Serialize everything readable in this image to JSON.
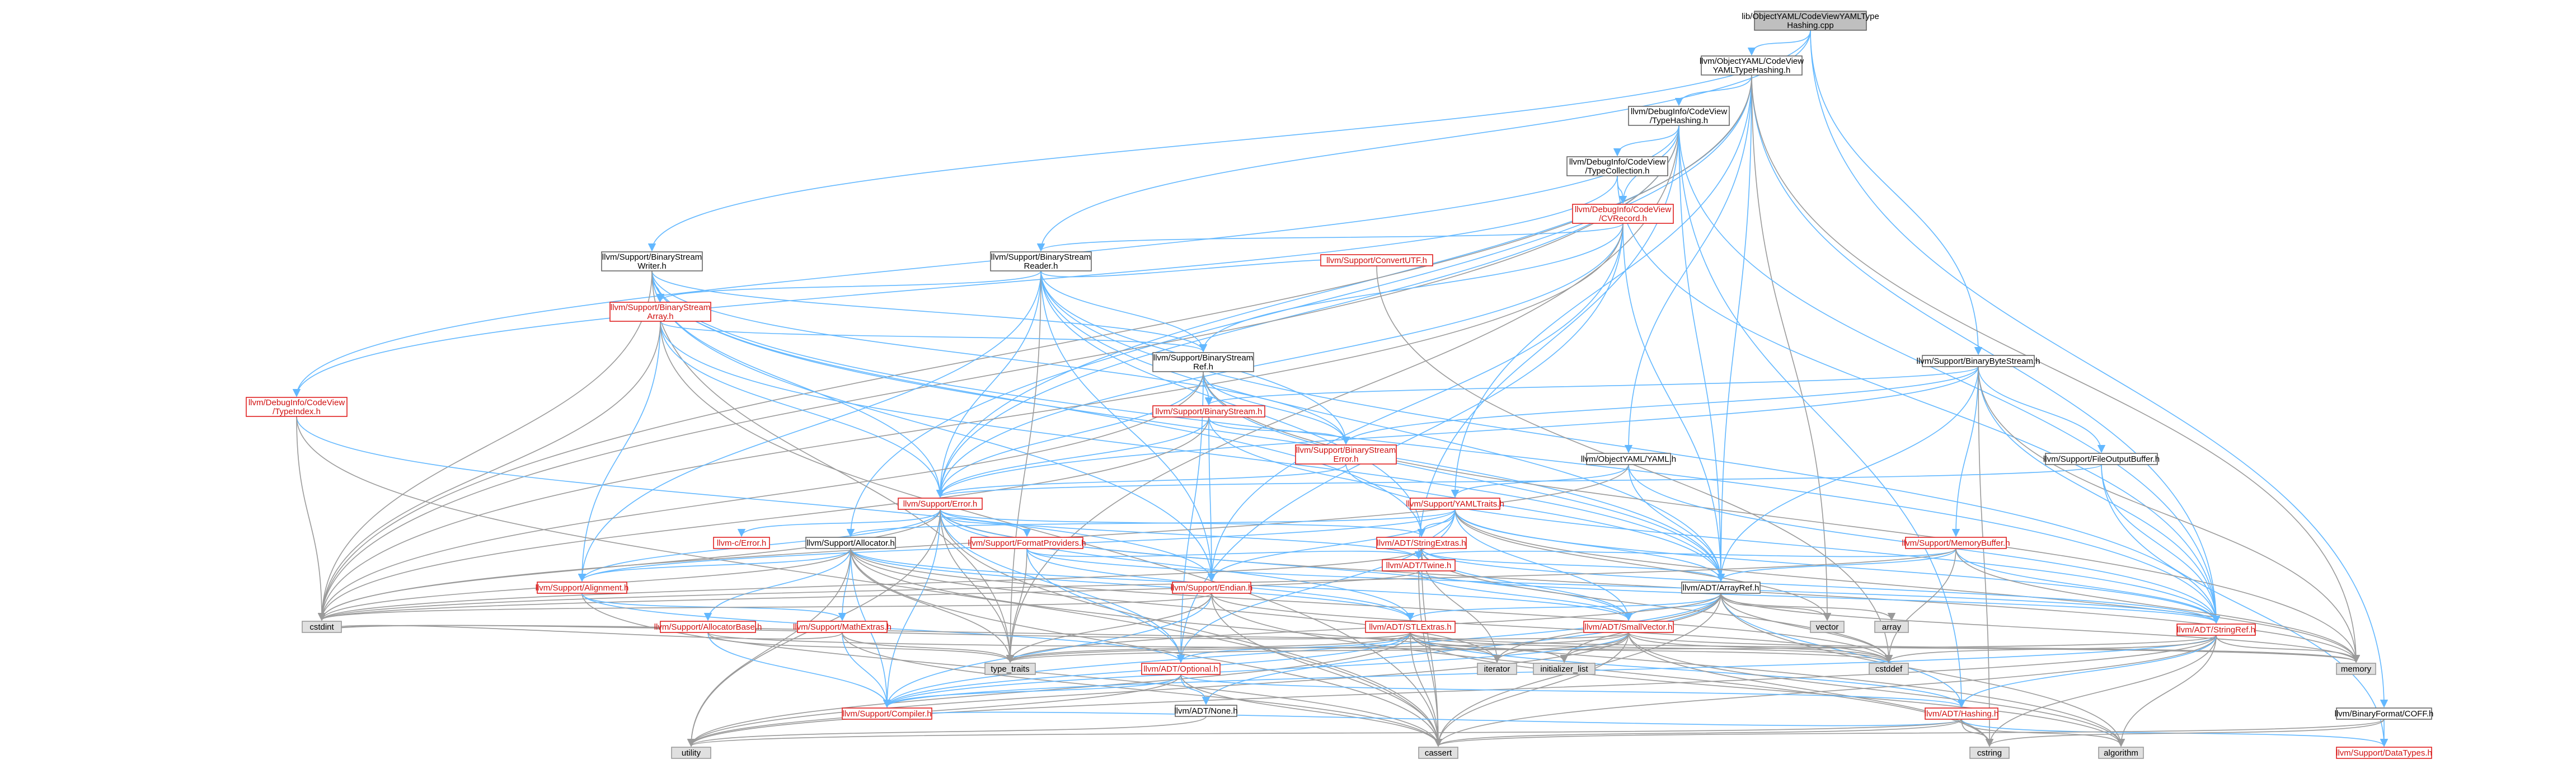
{
  "graph": {
    "nodes": [
      {
        "id": "root",
        "lines": [
          "lib/ObjectYAML/CodeViewYAMLType",
          "Hashing.cpp"
        ],
        "style": "root"
      },
      {
        "id": "yamlth",
        "lines": [
          "llvm/ObjectYAML/CodeView",
          "YAMLTypeHashing.h"
        ],
        "style": "plain"
      },
      {
        "id": "typehash",
        "lines": [
          "llvm/DebugInfo/CodeView",
          "/TypeHashing.h"
        ],
        "style": "plain"
      },
      {
        "id": "typecoll",
        "lines": [
          "llvm/DebugInfo/CodeView",
          "/TypeCollection.h"
        ],
        "style": "plain"
      },
      {
        "id": "cvrecord",
        "lines": [
          "llvm/DebugInfo/CodeView",
          "/CVRecord.h"
        ],
        "style": "trunc"
      },
      {
        "id": "bswriter",
        "lines": [
          "llvm/Support/BinaryStream",
          "Writer.h"
        ],
        "style": "plain"
      },
      {
        "id": "bsreader",
        "lines": [
          "llvm/Support/BinaryStream",
          "Reader.h"
        ],
        "style": "plain"
      },
      {
        "id": "bsarray",
        "lines": [
          "llvm/Support/BinaryStream",
          "Array.h"
        ],
        "style": "trunc"
      },
      {
        "id": "bsref",
        "lines": [
          "llvm/Support/BinaryStream",
          "Ref.h"
        ],
        "style": "plain"
      },
      {
        "id": "convertutf",
        "lines": [
          "llvm/Support/ConvertUTF.h"
        ],
        "style": "trunc"
      },
      {
        "id": "bbstream",
        "lines": [
          "llvm/Support/BinaryByteStream.h"
        ],
        "style": "plain"
      },
      {
        "id": "typeindex",
        "lines": [
          "llvm/DebugInfo/CodeView",
          "/TypeIndex.h"
        ],
        "style": "trunc"
      },
      {
        "id": "bstream",
        "lines": [
          "llvm/Support/BinaryStream.h"
        ],
        "style": "trunc"
      },
      {
        "id": "bserror",
        "lines": [
          "llvm/Support/BinaryStream",
          "Error.h"
        ],
        "style": "trunc"
      },
      {
        "id": "objyaml",
        "lines": [
          "llvm/ObjectYAML/YAML.h"
        ],
        "style": "plain"
      },
      {
        "id": "fob",
        "lines": [
          "llvm/Support/FileOutputBuffer.h"
        ],
        "style": "plain"
      },
      {
        "id": "error",
        "lines": [
          "llvm/Support/Error.h"
        ],
        "style": "trunc"
      },
      {
        "id": "yamltraits",
        "lines": [
          "llvm/Support/YAMLTraits.h"
        ],
        "style": "trunc"
      },
      {
        "id": "cerror",
        "lines": [
          "llvm-c/Error.h"
        ],
        "style": "trunc"
      },
      {
        "id": "allocator",
        "lines": [
          "llvm/Support/Allocator.h"
        ],
        "style": "plain"
      },
      {
        "id": "fmtprov",
        "lines": [
          "llvm/Support/FormatProviders.h"
        ],
        "style": "trunc"
      },
      {
        "id": "strextras",
        "lines": [
          "llvm/ADT/StringExtras.h"
        ],
        "style": "trunc"
      },
      {
        "id": "twine",
        "lines": [
          "llvm/ADT/Twine.h"
        ],
        "style": "trunc"
      },
      {
        "id": "memorybuf",
        "lines": [
          "llvm/Support/MemoryBuffer.h"
        ],
        "style": "trunc"
      },
      {
        "id": "arrayref",
        "lines": [
          "llvm/ADT/ArrayRef.h"
        ],
        "style": "plain"
      },
      {
        "id": "alignment",
        "lines": [
          "llvm/Support/Alignment.h"
        ],
        "style": "trunc"
      },
      {
        "id": "endian",
        "lines": [
          "llvm/Support/Endian.h"
        ],
        "style": "trunc"
      },
      {
        "id": "allocbase",
        "lines": [
          "llvm/Support/AllocatorBase.h"
        ],
        "style": "trunc"
      },
      {
        "id": "mathextras",
        "lines": [
          "llvm/Support/MathExtras.h"
        ],
        "style": "trunc"
      },
      {
        "id": "stlextras",
        "lines": [
          "llvm/ADT/STLExtras.h"
        ],
        "style": "trunc"
      },
      {
        "id": "smallvec",
        "lines": [
          "llvm/ADT/SmallVector.h"
        ],
        "style": "trunc"
      },
      {
        "id": "stringref",
        "lines": [
          "llvm/ADT/StringRef.h"
        ],
        "style": "trunc"
      },
      {
        "id": "optional",
        "lines": [
          "llvm/ADT/Optional.h"
        ],
        "style": "trunc"
      },
      {
        "id": "none",
        "lines": [
          "llvm/ADT/None.h"
        ],
        "style": "plain"
      },
      {
        "id": "compiler",
        "lines": [
          "llvm/Support/Compiler.h"
        ],
        "style": "trunc"
      },
      {
        "id": "hashing",
        "lines": [
          "llvm/ADT/Hashing.h"
        ],
        "style": "trunc"
      },
      {
        "id": "coff",
        "lines": [
          "llvm/BinaryFormat/COFF.h"
        ],
        "style": "plain"
      },
      {
        "id": "datatypes",
        "lines": [
          "llvm/Support/DataTypes.h"
        ],
        "style": "trunc"
      },
      {
        "id": "cstdint",
        "lines": [
          "cstdint"
        ],
        "style": "sys"
      },
      {
        "id": "typetraits",
        "lines": [
          "type_traits"
        ],
        "style": "sys"
      },
      {
        "id": "vector",
        "lines": [
          "vector"
        ],
        "style": "sys"
      },
      {
        "id": "array",
        "lines": [
          "array"
        ],
        "style": "sys"
      },
      {
        "id": "iterator",
        "lines": [
          "iterator"
        ],
        "style": "sys"
      },
      {
        "id": "initlist",
        "lines": [
          "initializer_list"
        ],
        "style": "sys"
      },
      {
        "id": "cstddef",
        "lines": [
          "cstddef"
        ],
        "style": "sys"
      },
      {
        "id": "memory",
        "lines": [
          "memory"
        ],
        "style": "sys"
      },
      {
        "id": "utility",
        "lines": [
          "utility"
        ],
        "style": "sys"
      },
      {
        "id": "cassert",
        "lines": [
          "cassert"
        ],
        "style": "sys"
      },
      {
        "id": "cstring",
        "lines": [
          "cstring"
        ],
        "style": "sys"
      },
      {
        "id": "algorithm",
        "lines": [
          "algorithm"
        ],
        "style": "sys"
      }
    ],
    "edges": [
      [
        "root",
        "yamlth"
      ],
      [
        "root",
        "bswriter"
      ],
      [
        "root",
        "bsreader"
      ],
      [
        "root",
        "bbstream"
      ],
      [
        "root",
        "coff"
      ],
      [
        "yamlth",
        "typehash"
      ],
      [
        "yamlth",
        "objyaml"
      ],
      [
        "yamlth",
        "yamltraits"
      ],
      [
        "yamlth",
        "error"
      ],
      [
        "yamlth",
        "allocator"
      ],
      [
        "yamlth",
        "arrayref"
      ],
      [
        "yamlth",
        "stringref"
      ],
      [
        "yamlth",
        "vector"
      ],
      [
        "yamlth",
        "cstdint"
      ],
      [
        "yamlth",
        "memory"
      ],
      [
        "typehash",
        "typecoll"
      ],
      [
        "typehash",
        "cvrecord"
      ],
      [
        "typehash",
        "typeindex"
      ],
      [
        "typehash",
        "error"
      ],
      [
        "typehash",
        "arrayref"
      ],
      [
        "typehash",
        "hashing"
      ],
      [
        "typehash",
        "stringref"
      ],
      [
        "typehash",
        "typetraits"
      ],
      [
        "typehash",
        "cstdint"
      ],
      [
        "typehash",
        "twine"
      ],
      [
        "typecoll",
        "cvrecord"
      ],
      [
        "typecoll",
        "typeindex"
      ],
      [
        "typecoll",
        "stringref"
      ],
      [
        "cvrecord",
        "bsreader"
      ],
      [
        "cvrecord",
        "bsref"
      ],
      [
        "cvrecord",
        "endian"
      ],
      [
        "cvrecord",
        "error"
      ],
      [
        "cvrecord",
        "arrayref"
      ],
      [
        "cvrecord",
        "optional"
      ],
      [
        "cvrecord",
        "cstdint"
      ],
      [
        "bswriter",
        "bsarray"
      ],
      [
        "bswriter",
        "bserror"
      ],
      [
        "bswriter",
        "bsref"
      ],
      [
        "bswriter",
        "endian"
      ],
      [
        "bswriter",
        "error"
      ],
      [
        "bswriter",
        "arrayref"
      ],
      [
        "bswriter",
        "stringref"
      ],
      [
        "bswriter",
        "strextras"
      ],
      [
        "bswriter",
        "cstdint"
      ],
      [
        "bswriter",
        "typetraits"
      ],
      [
        "bsreader",
        "bsarray"
      ],
      [
        "bsreader",
        "bserror"
      ],
      [
        "bsreader",
        "bsref"
      ],
      [
        "bsreader",
        "convertutf"
      ],
      [
        "bsreader",
        "endian"
      ],
      [
        "bsreader",
        "error"
      ],
      [
        "bsreader",
        "alignment"
      ],
      [
        "bsreader",
        "arrayref"
      ],
      [
        "bsreader",
        "stringref"
      ],
      [
        "bsreader",
        "typetraits"
      ],
      [
        "bsreader",
        "strextras"
      ],
      [
        "bsarray",
        "bsref"
      ],
      [
        "bsarray",
        "error"
      ],
      [
        "bsarray",
        "arrayref"
      ],
      [
        "bsarray",
        "alignment"
      ],
      [
        "bsarray",
        "cassert"
      ],
      [
        "bsarray",
        "cstdint"
      ],
      [
        "bsref",
        "bstream"
      ],
      [
        "bsref",
        "bserror"
      ],
      [
        "bsref",
        "error"
      ],
      [
        "bsref",
        "arrayref"
      ],
      [
        "bsref",
        "optional"
      ],
      [
        "bsref",
        "cstdint"
      ],
      [
        "bsref",
        "memory"
      ],
      [
        "convertutf",
        "cstddef"
      ],
      [
        "bbstream",
        "bstream"
      ],
      [
        "bbstream",
        "bserror"
      ],
      [
        "bbstream",
        "memorybuf"
      ],
      [
        "bbstream",
        "fob"
      ],
      [
        "bbstream",
        "error"
      ],
      [
        "bbstream",
        "arrayref"
      ],
      [
        "bbstream",
        "stringref"
      ],
      [
        "bbstream",
        "cstring"
      ],
      [
        "bbstream",
        "memory"
      ],
      [
        "typeindex",
        "endian"
      ],
      [
        "typeindex",
        "cassert"
      ],
      [
        "typeindex",
        "cstdint"
      ],
      [
        "bstream",
        "bserror"
      ],
      [
        "bstream",
        "error"
      ],
      [
        "bstream",
        "endian"
      ],
      [
        "bstream",
        "arrayref"
      ],
      [
        "bstream",
        "cstdint"
      ],
      [
        "bserror",
        "error"
      ],
      [
        "bserror",
        "stringref"
      ],
      [
        "objyaml",
        "yamltraits"
      ],
      [
        "objyaml",
        "arrayref"
      ],
      [
        "objyaml",
        "stringref"
      ],
      [
        "objyaml",
        "cstdint"
      ],
      [
        "fob",
        "error"
      ],
      [
        "fob",
        "stringref"
      ],
      [
        "fob",
        "datatypes"
      ],
      [
        "error",
        "cerror"
      ],
      [
        "error",
        "strextras"
      ],
      [
        "error",
        "twine"
      ],
      [
        "error",
        "alignment"
      ],
      [
        "error",
        "compiler"
      ],
      [
        "error",
        "fmtprov"
      ],
      [
        "error",
        "cassert"
      ],
      [
        "error",
        "cstdint"
      ],
      [
        "error",
        "memory"
      ],
      [
        "error",
        "utility"
      ],
      [
        "error",
        "stlextras"
      ],
      [
        "error",
        "smallvec"
      ],
      [
        "error",
        "optional"
      ],
      [
        "error",
        "typetraits"
      ],
      [
        "yamltraits",
        "arrayref"
      ],
      [
        "yamltraits",
        "strextras"
      ],
      [
        "yamltraits",
        "stringref"
      ],
      [
        "yamltraits",
        "twine"
      ],
      [
        "yamltraits",
        "allocator"
      ],
      [
        "yamltraits",
        "endian"
      ],
      [
        "yamltraits",
        "smallvec"
      ],
      [
        "yamltraits",
        "alignment"
      ],
      [
        "yamltraits",
        "vector"
      ],
      [
        "yamltraits",
        "memory"
      ],
      [
        "yamltraits",
        "optional"
      ],
      [
        "allocator",
        "alignment"
      ],
      [
        "allocator",
        "allocbase"
      ],
      [
        "allocator",
        "mathextras"
      ],
      [
        "allocator",
        "compiler"
      ],
      [
        "allocator",
        "stlextras"
      ],
      [
        "allocator",
        "smallvec"
      ],
      [
        "allocator",
        "cassert"
      ],
      [
        "allocator",
        "cstddef"
      ],
      [
        "allocator",
        "cstdint"
      ],
      [
        "allocator",
        "iterator"
      ],
      [
        "allocator",
        "typetraits"
      ],
      [
        "allocator",
        "utility"
      ],
      [
        "allocator",
        "algorithm"
      ],
      [
        "fmtprov",
        "stringref"
      ],
      [
        "fmtprov",
        "typetraits"
      ],
      [
        "fmtprov",
        "twine"
      ],
      [
        "fmtprov",
        "stlextras"
      ],
      [
        "fmtprov",
        "optional"
      ],
      [
        "strextras",
        "arrayref"
      ],
      [
        "strextras",
        "stringref"
      ],
      [
        "strextras",
        "twine"
      ],
      [
        "strextras",
        "smallvec"
      ],
      [
        "strextras",
        "cstddef"
      ],
      [
        "strextras",
        "iterator"
      ],
      [
        "strextras",
        "cassert"
      ],
      [
        "strextras",
        "cstdint"
      ],
      [
        "twine",
        "smallvec"
      ],
      [
        "twine",
        "stringref"
      ],
      [
        "twine",
        "cassert"
      ],
      [
        "twine",
        "cstdint"
      ],
      [
        "twine",
        "string"
      ],
      [
        "memorybuf",
        "arrayref"
      ],
      [
        "memorybuf",
        "stringref"
      ],
      [
        "memorybuf",
        "twine"
      ],
      [
        "memorybuf",
        "cstddef"
      ],
      [
        "memorybuf",
        "memory"
      ],
      [
        "memorybuf",
        "cstdint"
      ],
      [
        "arrayref",
        "hashing"
      ],
      [
        "arrayref",
        "none"
      ],
      [
        "arrayref",
        "smallvec"
      ],
      [
        "arrayref",
        "stlextras"
      ],
      [
        "arrayref",
        "compiler"
      ],
      [
        "arrayref",
        "algorithm"
      ],
      [
        "arrayref",
        "array"
      ],
      [
        "arrayref",
        "cassert"
      ],
      [
        "arrayref",
        "cstddef"
      ],
      [
        "arrayref",
        "initlist"
      ],
      [
        "arrayref",
        "iterator"
      ],
      [
        "arrayref",
        "memory"
      ],
      [
        "arrayref",
        "typetraits"
      ],
      [
        "arrayref",
        "vector"
      ],
      [
        "alignment",
        "mathextras"
      ],
      [
        "alignment",
        "cassert"
      ],
      [
        "alignment",
        "optional"
      ],
      [
        "endian",
        "compiler"
      ],
      [
        "endian",
        "cassert"
      ],
      [
        "endian",
        "cstddef"
      ],
      [
        "endian",
        "cstdint"
      ],
      [
        "endian",
        "cstring"
      ],
      [
        "endian",
        "typetraits"
      ],
      [
        "allocbase",
        "compiler"
      ],
      [
        "allocbase",
        "cstddef"
      ],
      [
        "allocbase",
        "typetraits"
      ],
      [
        "mathextras",
        "compiler"
      ],
      [
        "mathextras",
        "cassert"
      ],
      [
        "mathextras",
        "cstdint"
      ],
      [
        "mathextras",
        "typetraits"
      ],
      [
        "stlextras",
        "optional"
      ],
      [
        "stlextras",
        "hashing"
      ],
      [
        "stlextras",
        "compiler"
      ],
      [
        "stlextras",
        "cassert"
      ],
      [
        "stlextras",
        "cstddef"
      ],
      [
        "stlextras",
        "cstdint"
      ],
      [
        "stlextras",
        "initlist"
      ],
      [
        "stlextras",
        "iterator"
      ],
      [
        "stlextras",
        "memory"
      ],
      [
        "stlextras",
        "typetraits"
      ],
      [
        "stlextras",
        "utility"
      ],
      [
        "stlextras",
        "algorithm"
      ],
      [
        "smallvec",
        "compiler"
      ],
      [
        "smallvec",
        "algorithm"
      ],
      [
        "smallvec",
        "cassert"
      ],
      [
        "smallvec",
        "cstddef"
      ],
      [
        "smallvec",
        "cstring"
      ],
      [
        "smallvec",
        "initlist"
      ],
      [
        "smallvec",
        "iterator"
      ],
      [
        "smallvec",
        "memory"
      ],
      [
        "smallvec",
        "typetraits"
      ],
      [
        "smallvec",
        "utility"
      ],
      [
        "smallvec",
        "cstdint"
      ],
      [
        "stringref",
        "compiler"
      ],
      [
        "stringref",
        "algorithm"
      ],
      [
        "stringref",
        "cassert"
      ],
      [
        "stringref",
        "cstddef"
      ],
      [
        "stringref",
        "cstring"
      ],
      [
        "stringref",
        "typetraits"
      ],
      [
        "stringref",
        "utility"
      ],
      [
        "stringref",
        "hashing"
      ],
      [
        "stringref",
        "memory"
      ],
      [
        "optional",
        "hashing"
      ],
      [
        "optional",
        "none"
      ],
      [
        "optional",
        "compiler"
      ],
      [
        "optional",
        "cassert"
      ],
      [
        "optional",
        "utility"
      ],
      [
        "none",
        "utility"
      ],
      [
        "hashing",
        "datatypes"
      ],
      [
        "hashing",
        "compiler"
      ],
      [
        "hashing",
        "algorithm"
      ],
      [
        "hashing",
        "cassert"
      ],
      [
        "hashing",
        "cstring"
      ],
      [
        "hashing",
        "utility"
      ],
      [
        "coff",
        "datatypes"
      ],
      [
        "coff",
        "cassert"
      ],
      [
        "coff",
        "cstring"
      ]
    ]
  }
}
